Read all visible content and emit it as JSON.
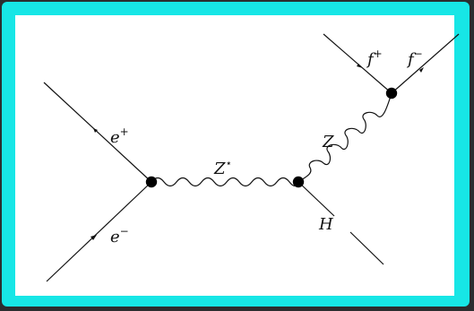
{
  "diagram": {
    "labels": {
      "e_plus": {
        "base": "e",
        "sup": "+"
      },
      "e_minus": {
        "base": "e",
        "sup": "−"
      },
      "z_star": {
        "base": "Z",
        "sup": "⋆"
      },
      "z": {
        "base": "Z"
      },
      "h": {
        "base": "H"
      },
      "f_plus": {
        "base": "f",
        "sup": "+"
      },
      "f_minus": {
        "base": "f",
        "sup": "−"
      }
    },
    "colors": {
      "frame": "#17e6e6",
      "background": "#ffffff",
      "line": "#111111"
    }
  }
}
